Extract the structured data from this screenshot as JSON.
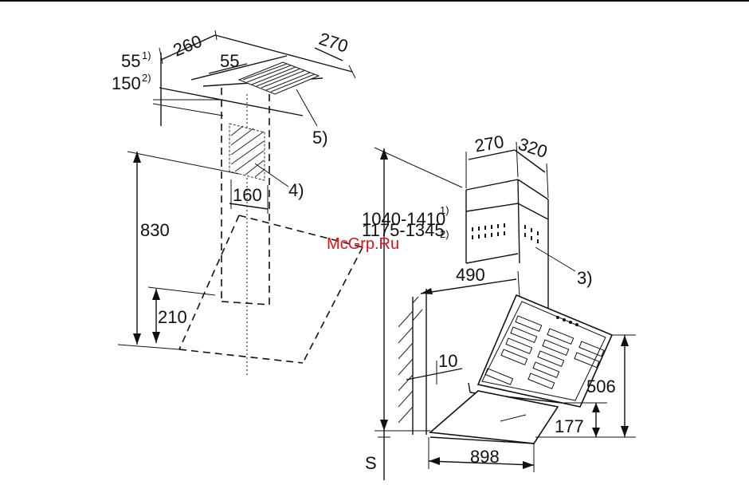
{
  "dimensions": {
    "d260": "260",
    "d270_top": "270",
    "d55": "55",
    "d55_note": "55",
    "d55_note_sup": "1)",
    "d150_note": "150",
    "d150_note_sup": "2)",
    "d160": "160",
    "d830": "830",
    "d210": "210",
    "d270_right": "270",
    "d320": "320",
    "d1040": "1040-1410",
    "d1040_sup": "1)",
    "d1175": "1175-1345",
    "d1175_sup": "2)",
    "d490": "490",
    "d10": "10",
    "d506": "506",
    "d177": "177",
    "d898": "898"
  },
  "callouts": {
    "c3": "3)",
    "c4": "4)",
    "c5": "5)",
    "s": "S"
  },
  "watermark": "McGrp.Ru",
  "colors": {
    "line": "#111111",
    "watermark": "#e0101a",
    "background": "#ffffff"
  }
}
